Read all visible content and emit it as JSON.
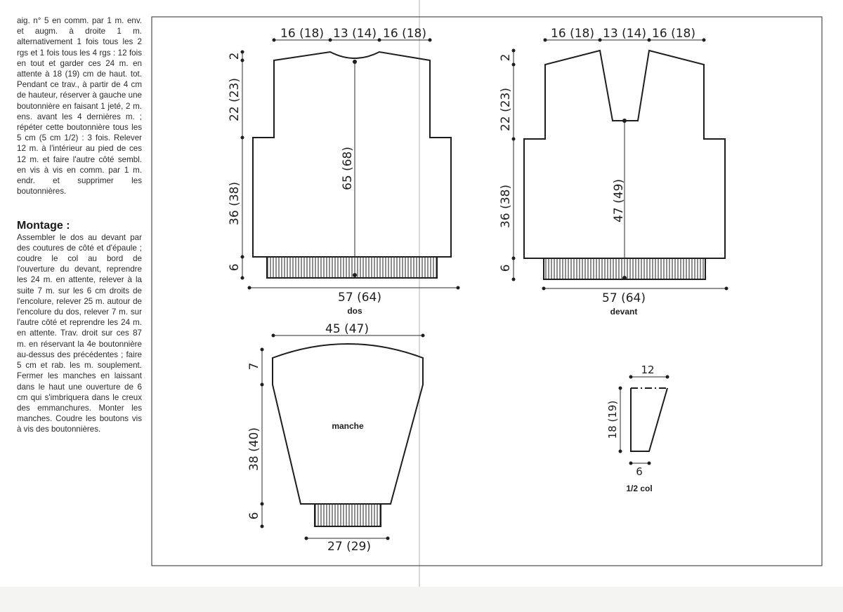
{
  "instructions": {
    "paragraph1": "aig. n° 5 en comm. par 1 m. env. et augm. à droite 1 m. alternativement 1 fois tous les 2 rgs et 1 fois tous les 4 rgs : 12 fois en tout et garder ces 24 m. en attente à 18 (19) cm de haut. tot. Pendant ce trav., à partir de 4 cm de hauteur, réserver à gauche une boutonnière en faisant 1 jeté, 2 m. ens. avant les 4 dernières m. ; répéter cette boutonnière tous les 5 cm (5 cm 1/2) : 3 fois. Relever 12 m. à l'intérieur au pied de ces 12 m. et faire l'autre côté sembl. en vis à vis en comm. par 1 m. endr. et supprimer les boutonnières.",
    "montage_title": "Montage :",
    "montage_text": "Assembler le dos au devant par des coutures de côté et d'épaule ; coudre le col au bord de l'ouverture du devant, reprendre les 24 m. en attente, relever à la suite 7 m. sur les 6 cm droits de l'encolure, relever 25 m. autour de l'encolure du dos, relever 7 m. sur l'autre côté et reprendre les 24 m. en attente. Trav. droit sur ces 87 m. en réservant la 4e boutonnière au-dessus des précédentes ; faire 5 cm et rab. les m. souplement. Fermer les manches en laissant dans le haut une ouverture de 6 cm qui s'imbriquera dans le creux des emmanchures. Monter les manches. Coudre les boutons vis à vis des boutonnières."
  },
  "dos": {
    "label": "dos",
    "top_left": "16 (18)",
    "top_mid": "13 (14)",
    "top_right": "16 (18)",
    "side_top": "2",
    "side_armhole": "22 (23)",
    "side_body": "36 (38)",
    "side_rib": "6",
    "center": "65 (68)",
    "width": "57 (64)"
  },
  "devant": {
    "label": "devant",
    "top_left": "16 (18)",
    "top_mid": "13 (14)",
    "top_right": "16 (18)",
    "side_top": "2",
    "side_armhole": "22 (23)",
    "side_body": "36 (38)",
    "side_rib": "6",
    "center": "47 (49)",
    "width": "57 (64)"
  },
  "manche": {
    "label": "manche",
    "top_width": "45 (47)",
    "side_cap": "7",
    "side_body": "38 (40)",
    "side_rib": "6",
    "bottom_width": "27 (29)"
  },
  "col": {
    "label": "1/2 col",
    "top_width": "12",
    "height": "18 (19)",
    "bottom_width": "6"
  }
}
